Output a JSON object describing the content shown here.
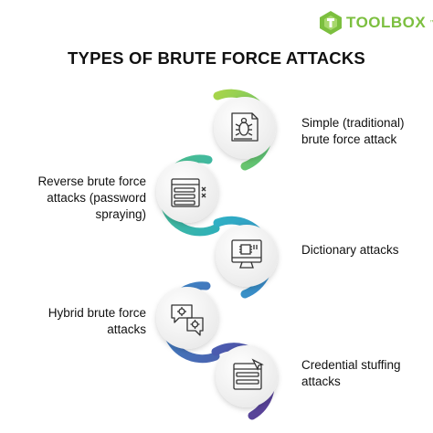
{
  "brand": {
    "name": "TOOLBOX",
    "tm": "™",
    "color": "#7cbf3f"
  },
  "title": "TYPES OF BRUTE FORCE ATTACKS",
  "steps": [
    {
      "label": "Simple (traditional) brute force attack",
      "icon": "bug-document-icon",
      "color": "#8cc63f"
    },
    {
      "label": "Reverse brute force attacks (password spraying)",
      "icon": "password-list-icon",
      "color": "#3dbd8c"
    },
    {
      "label": "Dictionary attacks",
      "icon": "monitor-chip-icon",
      "color": "#2aa9c9"
    },
    {
      "label": "Hybrid brute force attacks",
      "icon": "chat-settings-icon",
      "color": "#3e7fc4"
    },
    {
      "label": "Credential stuffing attacks",
      "icon": "credential-form-icon",
      "color": "#5c4fa0"
    }
  ]
}
